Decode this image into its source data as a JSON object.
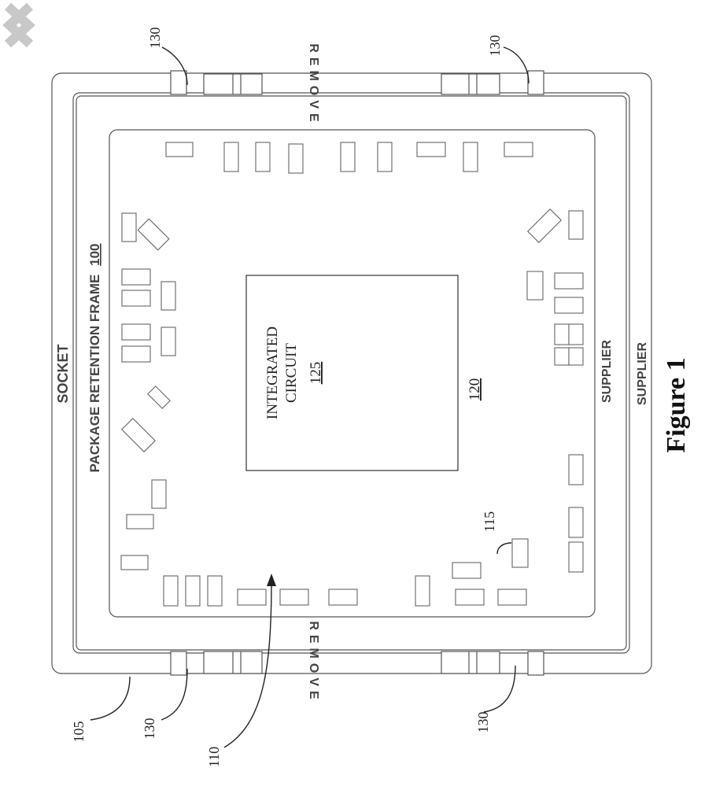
{
  "viewer": {
    "prev_icon": "chevron-left-icon",
    "next_icon": "chevron-right-icon",
    "arrow_color": "#c8c8c8"
  },
  "figure": {
    "caption": "Figure 1",
    "socket_label": "SOCKET",
    "frame_label": "PACKAGE RETENTION FRAME",
    "frame_ref": "100",
    "remove_label": "REMOVE",
    "supplier_label": "SUPPLIER",
    "chip_label_line1": "INTEGRATED",
    "chip_label_line2": "CIRCUIT",
    "chip_ref": "125",
    "substrate_ref": "120",
    "ref_105": "105",
    "ref_110": "110",
    "ref_115": "115",
    "ref_130": "130"
  }
}
